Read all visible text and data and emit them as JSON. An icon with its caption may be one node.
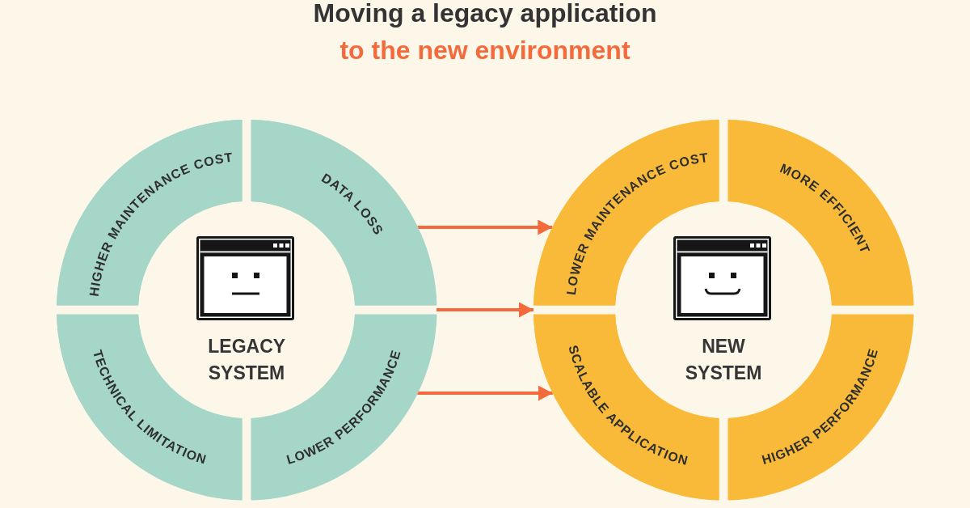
{
  "diagram": {
    "title": "Moving a legacy application",
    "nodes": [
      {
        "text": [
          "LEGACY SYSTEM"
        ]
      },
      {
        "text": [
          "HIGHER MAINTENANCE COST"
        ],
        "in": 0
      },
      {
        "text": [
          "DATA LOSS"
        ],
        "in": 0
      },
      {
        "text": [
          "TECHNICAL LIMITATION"
        ],
        "in": 0
      },
      {
        "text": [
          "LOWER PERFORMANCE"
        ],
        "in": 0
      },
      {
        "text": [
          "NEW SYSTEM"
        ]
      },
      {
        "text": [
          "LOWER MAINTENANCE COST"
        ],
        "in": 5
      },
      {
        "text": [
          "MORE EFFICIENT"
        ],
        "in": 5
      },
      {
        "text": [
          "SCALABLE APPLICATION"
        ],
        "in": 5
      },
      {
        "text": [
          "HIGHER PERFORMANCE"
        ],
        "in": 5
      }
    ],
    "edges": [
      {
        "from": 2,
        "to": 6,
        "arrow": "to"
      },
      {
        "from": 0,
        "to": 5,
        "arrow": "to"
      },
      {
        "from": 4,
        "to": 8,
        "arrow": "to"
      }
    ],
    "labels": [
      "to the new environment"
    ]
  }
}
